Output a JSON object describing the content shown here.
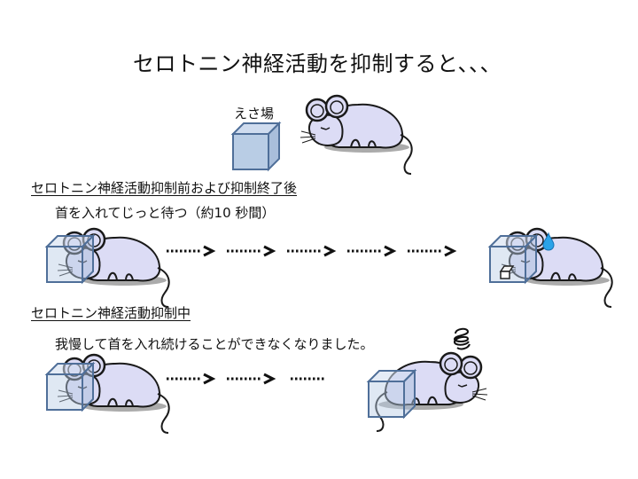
{
  "title": "セロトニン神経活動を抑制すると、、、",
  "legend": {
    "feeder_label": "えさ場"
  },
  "section_before": {
    "heading": "セロトニン神経活動抑制前および抑制終了後",
    "caption": "首を入れてじっと待つ（約10 秒間）",
    "arrow_count": 5,
    "end_state": "reward-received"
  },
  "section_during": {
    "heading": "セロトニン神経活動抑制中",
    "caption": "我慢して首を入れ続けることができなくなりました。",
    "arrow_count": 2,
    "trailing_dots": true,
    "end_state": "gave-up-frustrated"
  },
  "colors": {
    "cube_fill": "#b9cde5",
    "cube_stroke": "#4f6f99",
    "mouse_fill": "#dcdcf5",
    "mouse_stroke": "#1a1a1a",
    "sweat_drop": "#2aa3e8",
    "text": "#111111"
  }
}
